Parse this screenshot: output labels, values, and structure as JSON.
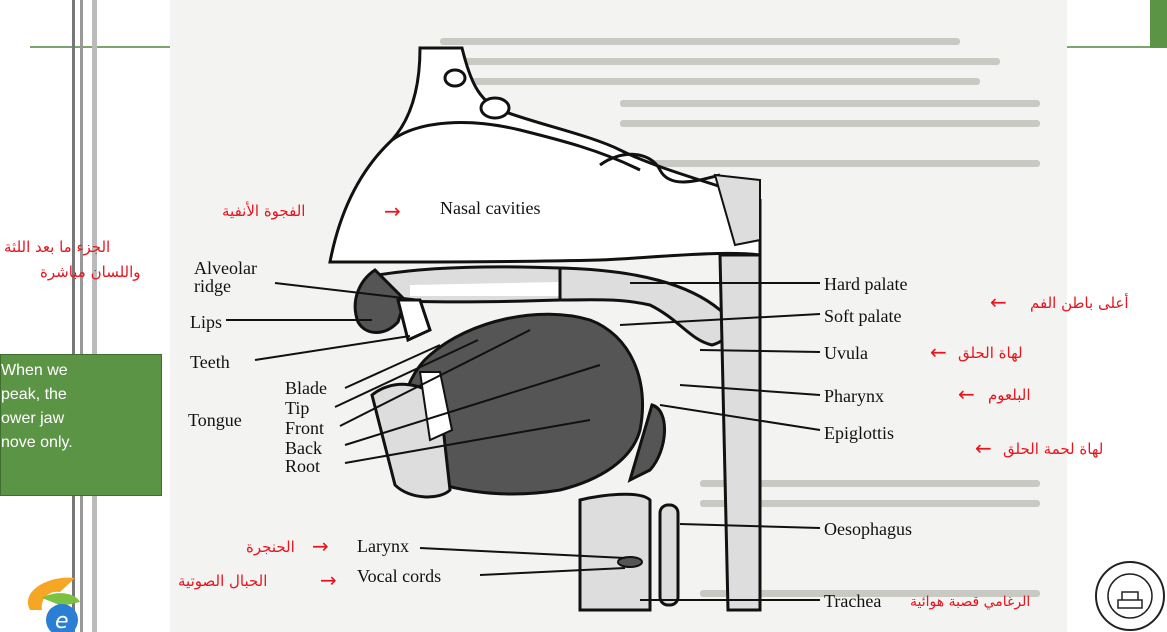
{
  "diagram": {
    "labels_en": {
      "nasal_cavities": "Nasal cavities",
      "alveolar_ridge_1": "Alveolar",
      "alveolar_ridge_2": "ridge",
      "lips": "Lips",
      "teeth": "Teeth",
      "blade": "Blade",
      "tip": "Tip",
      "front": "Front",
      "back": "Back",
      "root": "Root",
      "tongue": "Tongue",
      "hard_palate": "Hard palate",
      "soft_palate": "Soft palate",
      "uvula": "Uvula",
      "pharynx": "Pharynx",
      "epiglottis": "Epiglottis",
      "oesophagus": "Oesophagus",
      "larynx": "Larynx",
      "vocal_cords": "Vocal cords",
      "trachea": "Trachea"
    },
    "labels_ar": {
      "nasal_cavity": "الفجوة الأنفية",
      "after_gum_1": "الجزء ما بعد اللثة",
      "after_gum_2": "واللسان مباشرة",
      "roof_mouth": "أعلى باطن   الفم",
      "uvula": "لهاة الحلق",
      "pharynx": "البلعوم",
      "epiglottis": "لهاة لحمة الحلق",
      "larynx": "الحنجرة",
      "vocal_cords": "الحبال الصوتية",
      "trachea": "الرغامي قصبة هوائية"
    },
    "arrow_glyph": "→",
    "left_arrow_glyph": "←"
  },
  "note_box": {
    "lines": [
      "When we",
      "peak, the",
      "ower jaw",
      "nove only."
    ]
  },
  "colors": {
    "accent_red": "#e8141e",
    "note_green": "#5c9446",
    "slide_line": "#5c9446"
  }
}
